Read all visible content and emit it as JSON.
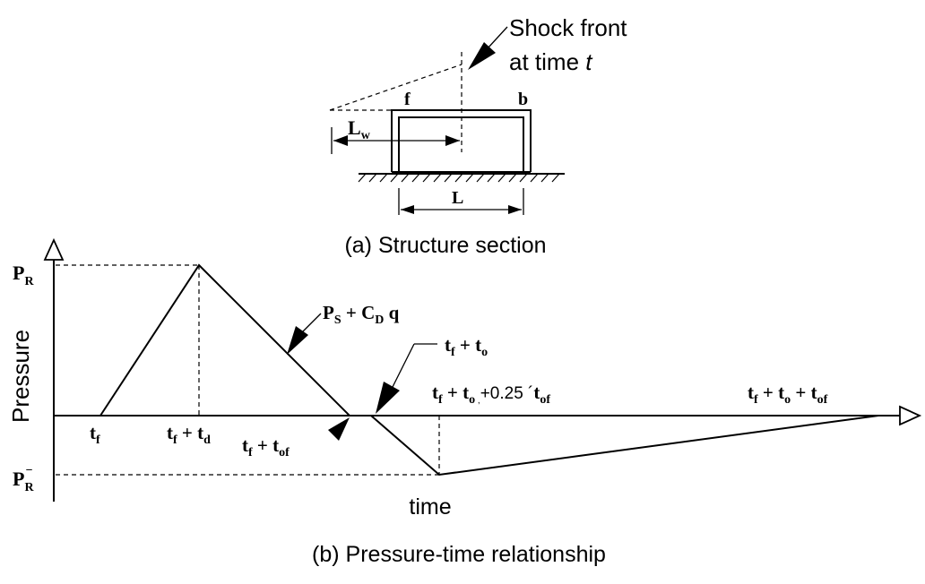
{
  "structure": {
    "shock_label_line1": "Shock front",
    "shock_label_line2_prefix": "at time ",
    "shock_label_t": "t",
    "front_label": "f",
    "back_label": "b",
    "lw_main": "L",
    "lw_sub": "w",
    "length_label": "L",
    "caption": "(a) Structure section"
  },
  "plot": {
    "ylabel": "Pressure",
    "xlabel": "time",
    "caption": "(b) Pressure-time relationship",
    "pr_pos": {
      "main": "P",
      "sub": "R"
    },
    "pr_neg": {
      "main": "P",
      "sub": "R",
      "sup": "−"
    },
    "load_label": {
      "p": "P",
      "p_sub": "S",
      "plus": " + ",
      "c": "C",
      "c_sub": "D",
      "q": " q"
    },
    "tick_tf": {
      "main": "t",
      "sub": "f"
    },
    "tick_tf_td": {
      "t1": "t",
      "s1": "f",
      "plus": " + ",
      "t2": "t",
      "s2": "d"
    },
    "tick_tf_tof": {
      "t1": "t",
      "s1": "f",
      "plus": " + ",
      "t2": "t",
      "s2": "of"
    },
    "tick_tf_to": {
      "t1": "t",
      "s1": "f",
      "plus": " + ",
      "t2": "t",
      "s2": "o"
    },
    "tick_mid": {
      "t1": "t",
      "s1": "f",
      "plus": " + ",
      "t2": "t",
      "s2": "o",
      "dot": " ,",
      "mid": "+0.25 ´",
      "t3": "t",
      "s3": "of"
    },
    "tick_end": {
      "t1": "t",
      "s1": "f",
      "plus1": " + ",
      "t2": "t",
      "s2": "o",
      "plus2": " + ",
      "t3": "t",
      "s3": "of"
    }
  }
}
